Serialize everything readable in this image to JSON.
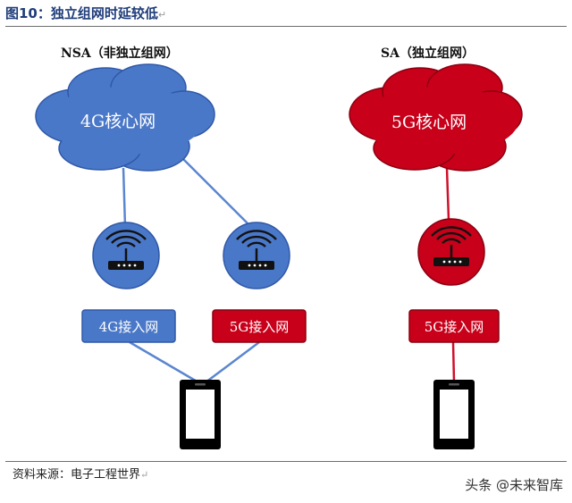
{
  "figure": {
    "title": "图10：独立组网时延较低",
    "paragraph_mark": "↵"
  },
  "nsa": {
    "title": "NSA（非独立组网）",
    "core_label": "4G核心网",
    "access_4g_label": "4G接入网",
    "access_5g_label": "5G接入网"
  },
  "sa": {
    "title": "SA（独立组网）",
    "core_label": "5G核心网",
    "access_5g_label": "5G接入网"
  },
  "colors": {
    "blue": "#4a78c8",
    "blue_stroke": "#2f58a8",
    "red": "#c8001a",
    "red_stroke": "#8a0010",
    "line_blue": "#5a86d0",
    "line_red": "#d0102a"
  },
  "icons": [
    "cloud-icon",
    "wifi-router-icon",
    "smartphone-icon"
  ],
  "footer": {
    "source": "资料来源：电子工程世界",
    "watermark": "头条 @未来智库"
  }
}
